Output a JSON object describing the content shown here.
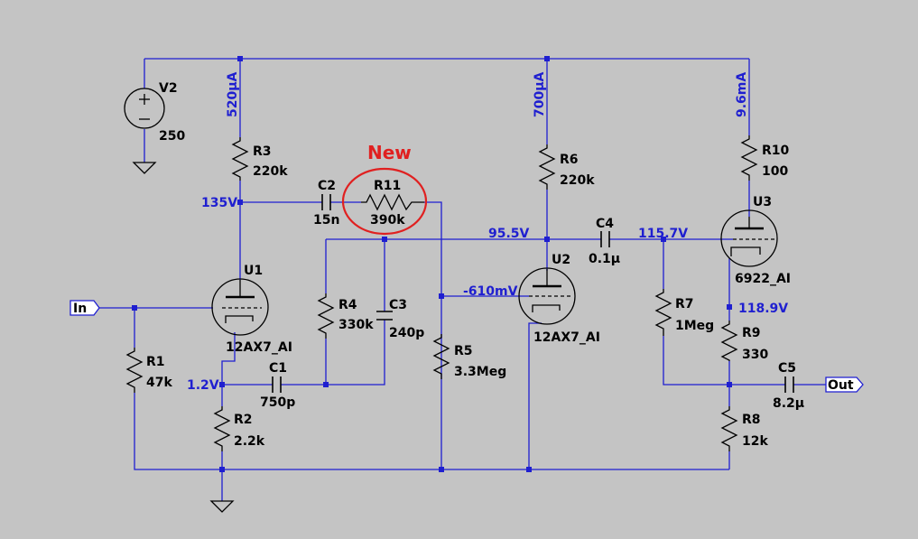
{
  "annotation": {
    "text": "New",
    "color": "#e02020"
  },
  "colors": {
    "wire": "#1f1fd0",
    "background": "#c4c4c4",
    "highlight": "#e02020"
  },
  "ports": {
    "input": "In",
    "output": "Out"
  },
  "supply": {
    "name": "V2",
    "value": "250"
  },
  "currents": {
    "i1": "520µA",
    "i2": "700µA",
    "i3": "9.6mA"
  },
  "voltages": {
    "v135": "135V",
    "v1_2": "1.2V",
    "v95_5": "95.5V",
    "vm610": "-610mV",
    "v115_7": "115.7V",
    "v118_9": "118.9V"
  },
  "components": {
    "R1": {
      "name": "R1",
      "value": "47k"
    },
    "R2": {
      "name": "R2",
      "value": "2.2k"
    },
    "R3": {
      "name": "R3",
      "value": "220k"
    },
    "R4": {
      "name": "R4",
      "value": "330k"
    },
    "R5": {
      "name": "R5",
      "value": "3.3Meg"
    },
    "R6": {
      "name": "R6",
      "value": "220k"
    },
    "R7": {
      "name": "R7",
      "value": "1Meg"
    },
    "R8": {
      "name": "R8",
      "value": "12k"
    },
    "R9": {
      "name": "R9",
      "value": "330"
    },
    "R10": {
      "name": "R10",
      "value": "100"
    },
    "R11": {
      "name": "R11",
      "value": "390k"
    },
    "C1": {
      "name": "C1",
      "value": "750p"
    },
    "C2": {
      "name": "C2",
      "value": "15n"
    },
    "C3": {
      "name": "C3",
      "value": "240p"
    },
    "C4": {
      "name": "C4",
      "value": "0.1µ"
    },
    "C5": {
      "name": "C5",
      "value": "8.2µ"
    },
    "U1": {
      "name": "U1",
      "value": "12AX7_AI"
    },
    "U2": {
      "name": "U2",
      "value": "12AX7_AI"
    },
    "U3": {
      "name": "U3",
      "value": "6922_AI"
    }
  }
}
